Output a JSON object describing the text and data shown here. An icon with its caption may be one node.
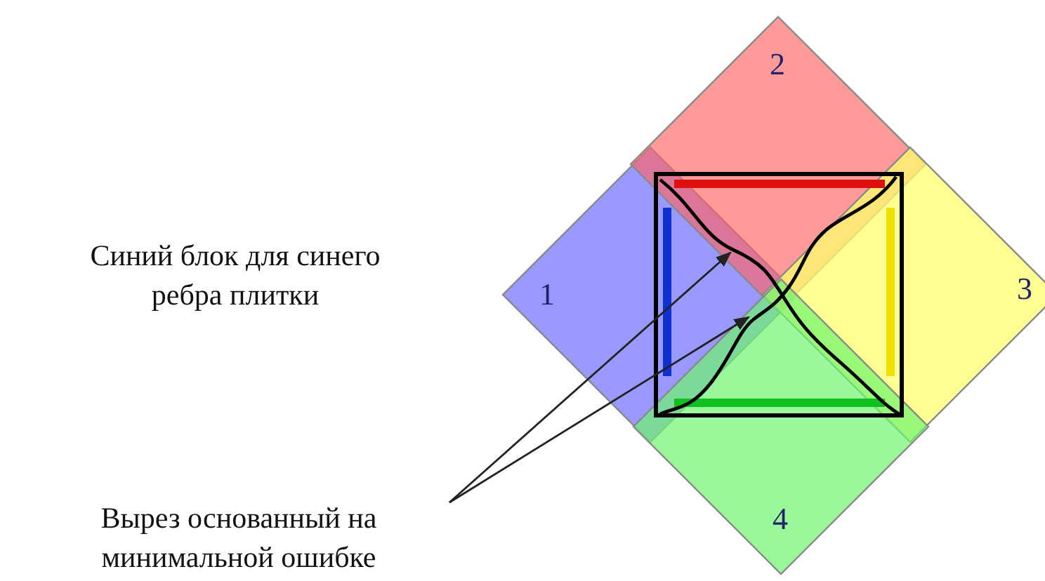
{
  "diagram": {
    "nodes": [
      {
        "text": [
          "1"
        ]
      },
      {
        "text": [
          "2"
        ]
      },
      {
        "text": [
          "3"
        ]
      },
      {
        "text": [
          "4"
        ]
      },
      {
        "text": [
          "Вырез основанный на минимальной ошибке"
        ]
      },
      {
        "text": [],
        "shape": "curve"
      },
      {
        "text": [],
        "shape": "curve"
      }
    ],
    "edges": [
      {
        "from": 4,
        "to": 5,
        "arrow": "to"
      },
      {
        "from": 4,
        "to": 6,
        "arrow": "to"
      }
    ],
    "labels": [
      "Синий блок для синего ребра плитки"
    ]
  }
}
